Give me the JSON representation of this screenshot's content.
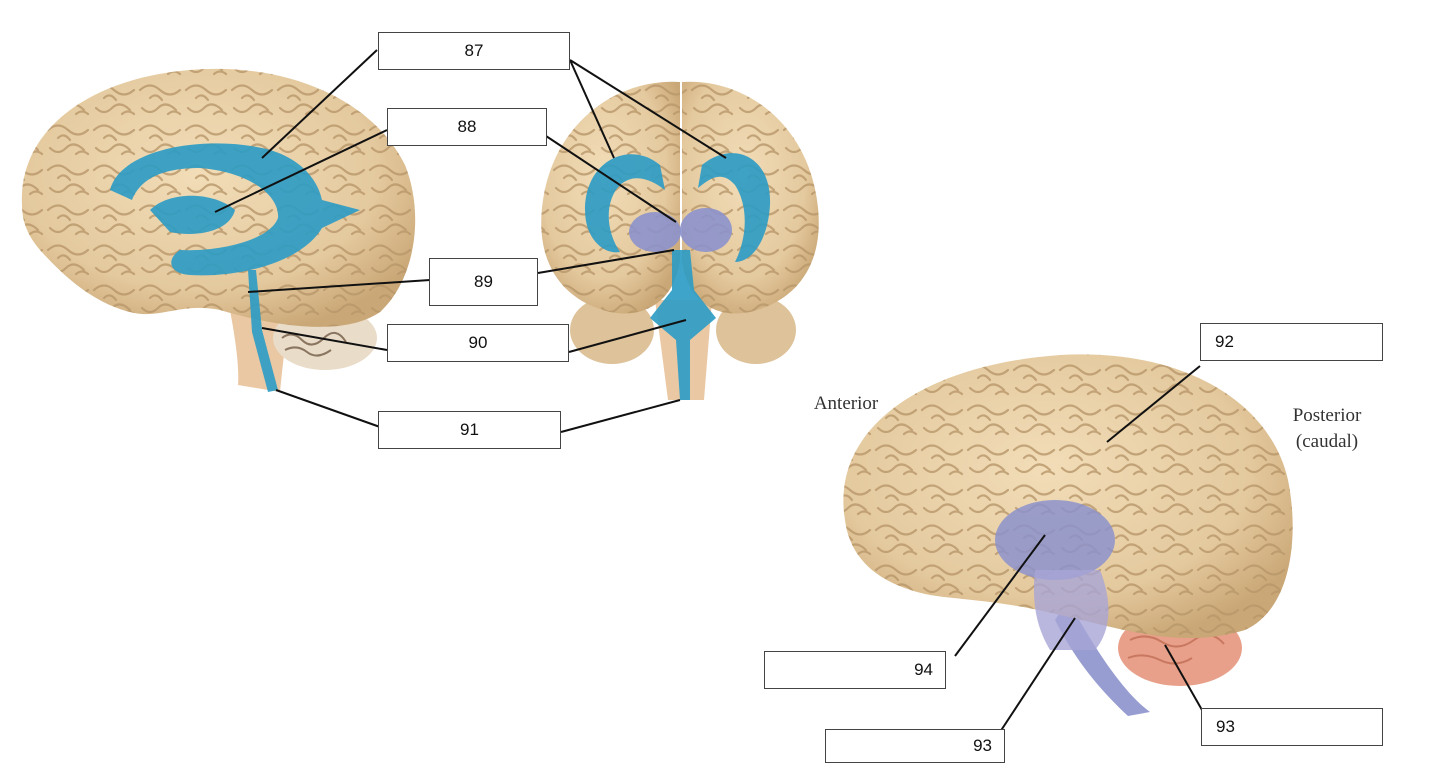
{
  "labels": {
    "l87": "87",
    "l88": "88",
    "l89": "89",
    "l90": "90",
    "l91": "91",
    "l92": "92",
    "l93a": "93",
    "l93b": "93",
    "l94": "94"
  },
  "orientation": {
    "anterior": "Anterior",
    "posterior": "Posterior",
    "caudal": "(caudal)"
  },
  "colors": {
    "brain_tissue": "#e7cfa6",
    "gyri_lines": "#b8976a",
    "ventricles": "#2f9cc4",
    "thalamus_brainstem_highlight": "#8c92cc",
    "cerebellum_highlight": "#e8a08a",
    "leader_lines": "#111111"
  }
}
